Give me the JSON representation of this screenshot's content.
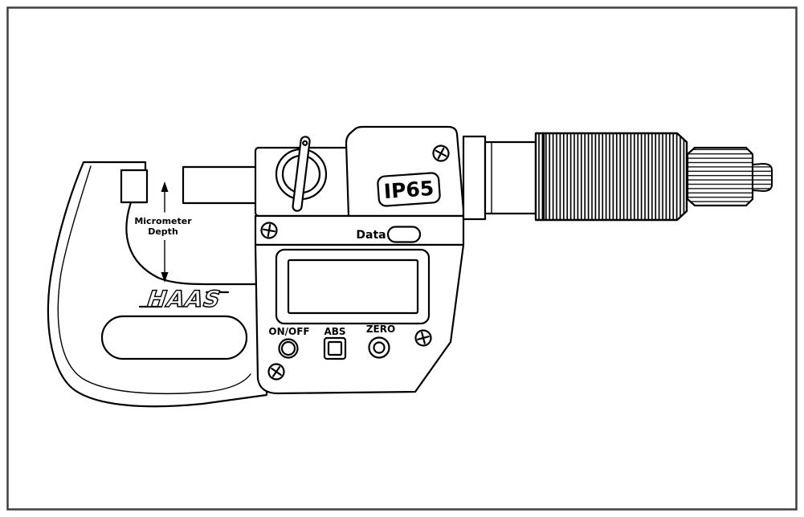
{
  "diagram": {
    "logo": "HAAS",
    "depth_label": {
      "line1": "Micrometer",
      "line2": "Depth"
    },
    "badges": {
      "ip_rating": "IP65"
    },
    "data_button_label": "Data",
    "buttons": {
      "power": "ON/OFF",
      "abs": "ABS",
      "zero": "ZERO"
    },
    "colors": {
      "line": "#000000",
      "background": "#ffffff",
      "border": "#3f3f3f"
    }
  }
}
